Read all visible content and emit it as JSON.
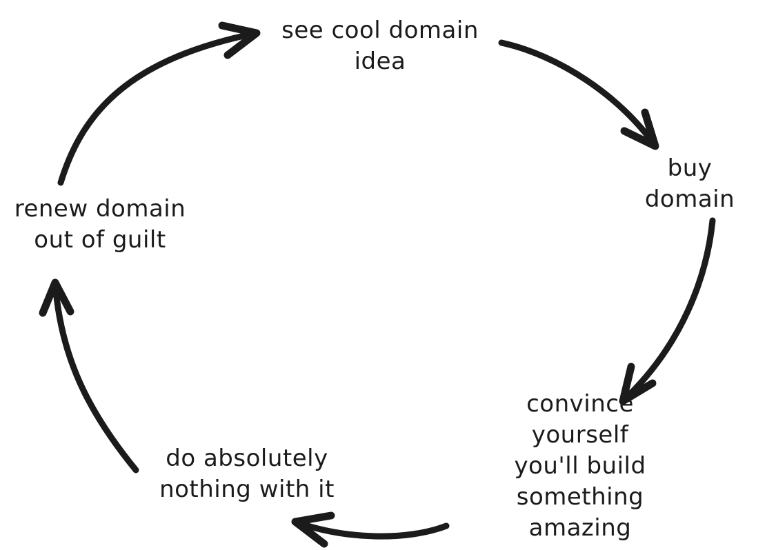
{
  "colors": {
    "ink": "#1b1b1b",
    "background": "#ffffff"
  },
  "diagram": {
    "type": "cycle",
    "nodes": [
      {
        "id": "see-cool-domain-idea",
        "label": "see cool domain\nidea"
      },
      {
        "id": "buy-domain",
        "label": "buy domain"
      },
      {
        "id": "convince-yourself",
        "label": "convince yourself\nyou'll build\nsomething amazing"
      },
      {
        "id": "do-nothing",
        "label": "do absolutely\nnothing with it"
      },
      {
        "id": "renew-domain",
        "label": "renew domain\nout of guilt"
      }
    ],
    "edges": [
      {
        "from": "see-cool-domain-idea",
        "to": "buy-domain"
      },
      {
        "from": "buy-domain",
        "to": "convince-yourself"
      },
      {
        "from": "convince-yourself",
        "to": "do-nothing"
      },
      {
        "from": "do-nothing",
        "to": "renew-domain"
      },
      {
        "from": "renew-domain",
        "to": "see-cool-domain-idea"
      }
    ]
  }
}
